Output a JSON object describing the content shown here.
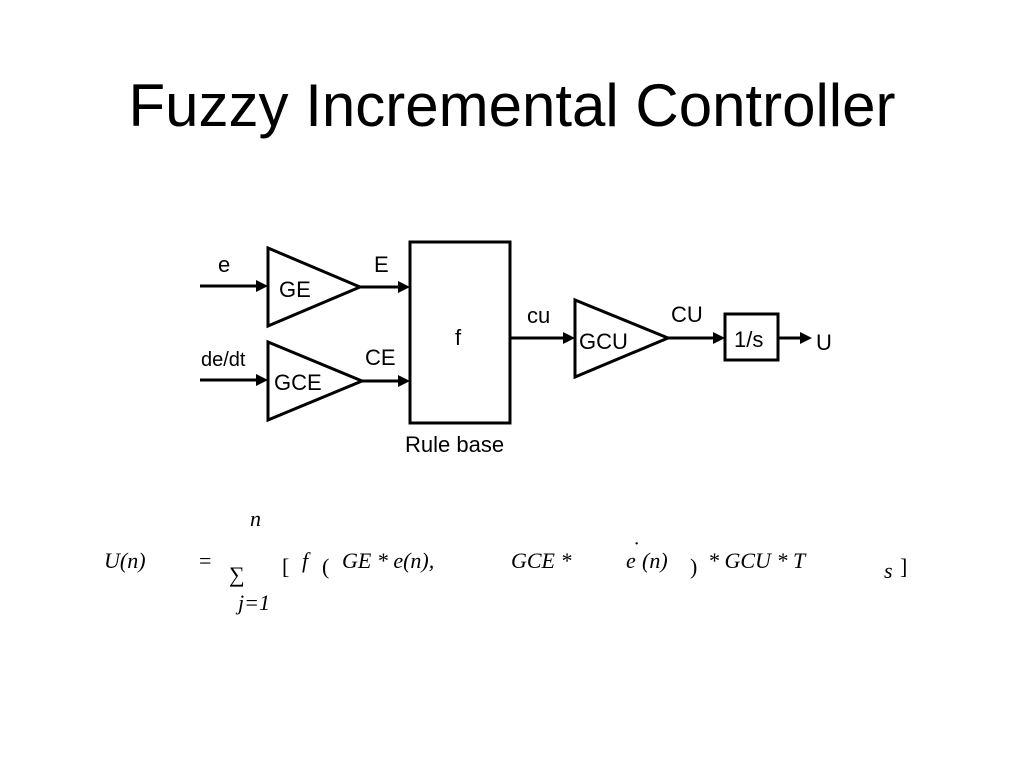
{
  "slide": {
    "title": "Fuzzy Incremental Controller"
  },
  "diagram": {
    "inputs": {
      "error": "e",
      "error_derivative": "de/dt"
    },
    "gains": {
      "ge": "GE",
      "gce": "GCE",
      "gcu": "GCU"
    },
    "signals": {
      "scaled_error": "E",
      "scaled_change_error": "CE",
      "change_output": "cu",
      "scaled_change_output": "CU",
      "output": "U"
    },
    "rule_block": {
      "label": "f",
      "caption": "Rule base"
    },
    "integrator": {
      "label": "1/s"
    }
  },
  "formula": {
    "lhs": "U(n)",
    "equals": "=",
    "sum_symbol": "∑",
    "upper_limit": "n",
    "lower_limit": "j=1",
    "open_bracket": "[",
    "f": "f",
    "open_paren": "(",
    "term1": "GE * e(n),",
    "term2_prefix": "GCE * ",
    "edot": "e",
    "dot": "˙",
    "term2_suffix": "(n)",
    "close_paren": ")",
    "term3": "* GCU * T",
    "subscript": "s",
    "close_bracket": "]"
  }
}
